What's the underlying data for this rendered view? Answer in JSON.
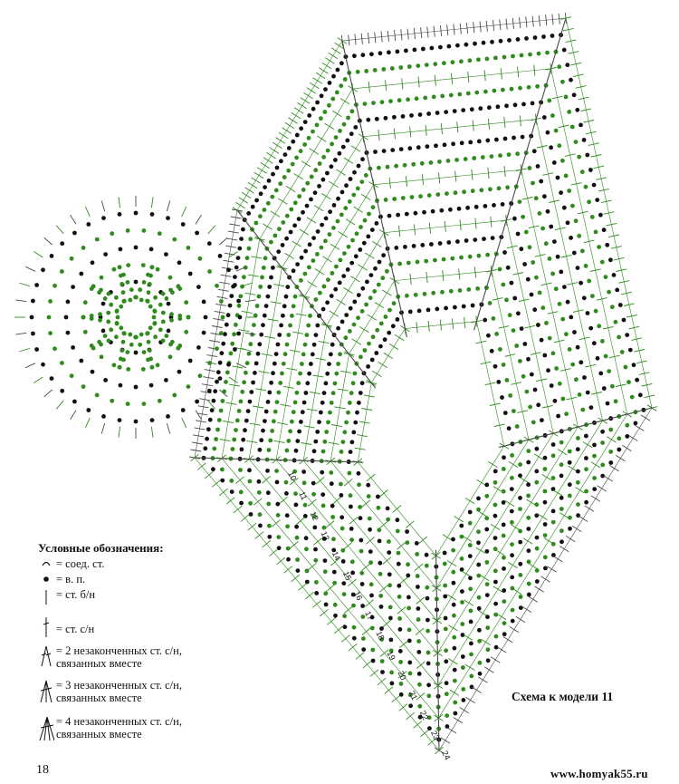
{
  "legend": {
    "title": "Условные обозначения:",
    "items": [
      {
        "symbol": "slip-stitch-arc-icon",
        "text": "= соед. ст."
      },
      {
        "symbol": "chain-dot-icon",
        "text": "= в. п."
      },
      {
        "symbol": "single-crochet-icon",
        "text": "= ст. б/н"
      },
      {
        "symbol": "double-crochet-icon",
        "text": "= ст. с/н"
      },
      {
        "symbol": "dc2tog-icon",
        "text": "= 2 незаконченных ст. с/н,",
        "text2": "связанных вместе"
      },
      {
        "symbol": "dc3tog-icon",
        "text": "= 3 незаконченных ст. с/н,",
        "text2": "связанных вместе"
      },
      {
        "symbol": "dc4tog-icon",
        "text": "= 4 незаконченных ст. с/н,",
        "text2": "связанных вместе"
      }
    ]
  },
  "caption": "Схема к модели 11",
  "page_number": "18",
  "watermark": "www.homyak55.ru",
  "row_numbers": [
    "10",
    "11",
    "12",
    "13",
    "14",
    "15",
    "16",
    "17",
    "18",
    "19",
    "20",
    "21",
    "22",
    "23",
    "24"
  ],
  "colors": {
    "green": "#2e8b1c",
    "black": "#111111",
    "line": "#4a4a4a"
  }
}
